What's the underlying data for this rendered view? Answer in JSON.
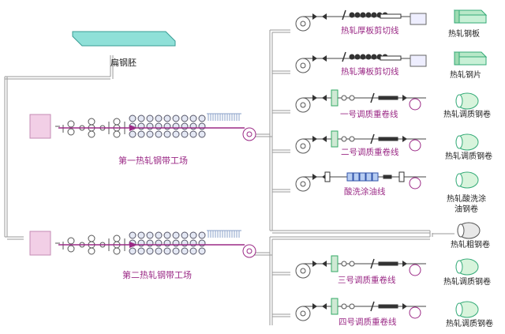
{
  "slab_label": "扁钢胚",
  "plants": [
    {
      "name": "第一热轧钢带工场"
    },
    {
      "name": "第二热轧钢带工场"
    }
  ],
  "lines": [
    {
      "name": "热轧厚板剪切线",
      "product": "热轧钢板"
    },
    {
      "name": "热轧薄板剪切线",
      "product": "热轧钢片"
    },
    {
      "name": "一号调质重卷线",
      "product": "热轧调质钢卷"
    },
    {
      "name": "二号调质重卷线",
      "product": "热轧调质钢卷"
    },
    {
      "name": "酸洗涂油线",
      "product": "热轧酸洗涂油钢卷"
    },
    {
      "name": "",
      "product": "热轧粗钢卷"
    },
    {
      "name": "三号调质重卷线",
      "product": "热轧调质钢卷"
    },
    {
      "name": "四号调质重卷线",
      "product": "热轧调质钢卷"
    }
  ],
  "colors": {
    "line": "#9a9a9a",
    "accent": "#9b2a86",
    "slab": "#8fe0d8",
    "furnace": "#f2cfe6"
  }
}
